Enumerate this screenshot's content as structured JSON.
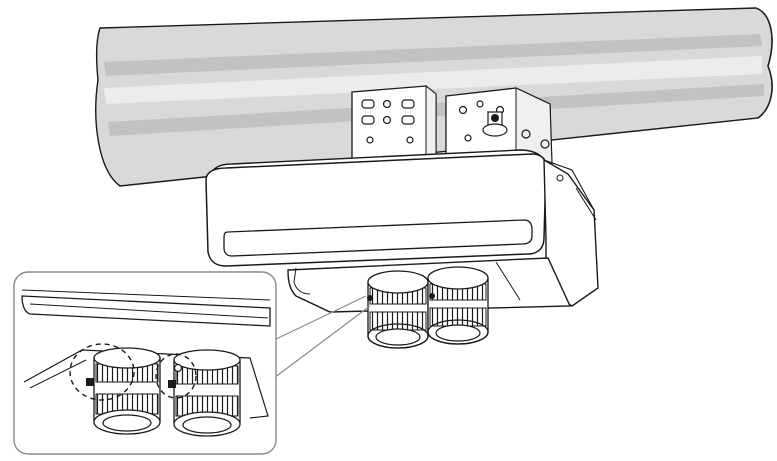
{
  "figure": {
    "kind": "technical-illustration",
    "subject": "camera-unit-mounted-under-aluminum-rail",
    "has_inset_detail": true,
    "dashed_circle_count": 2,
    "lens_count": 2
  },
  "colors": {
    "rail_fill": "#d9d9d9",
    "rail_shade": "#bdbdbd",
    "rail_highlight": "#ececec",
    "body_fill": "#ffffff",
    "line": "#1a1a1a",
    "inset_border": "#8a8a8a"
  }
}
